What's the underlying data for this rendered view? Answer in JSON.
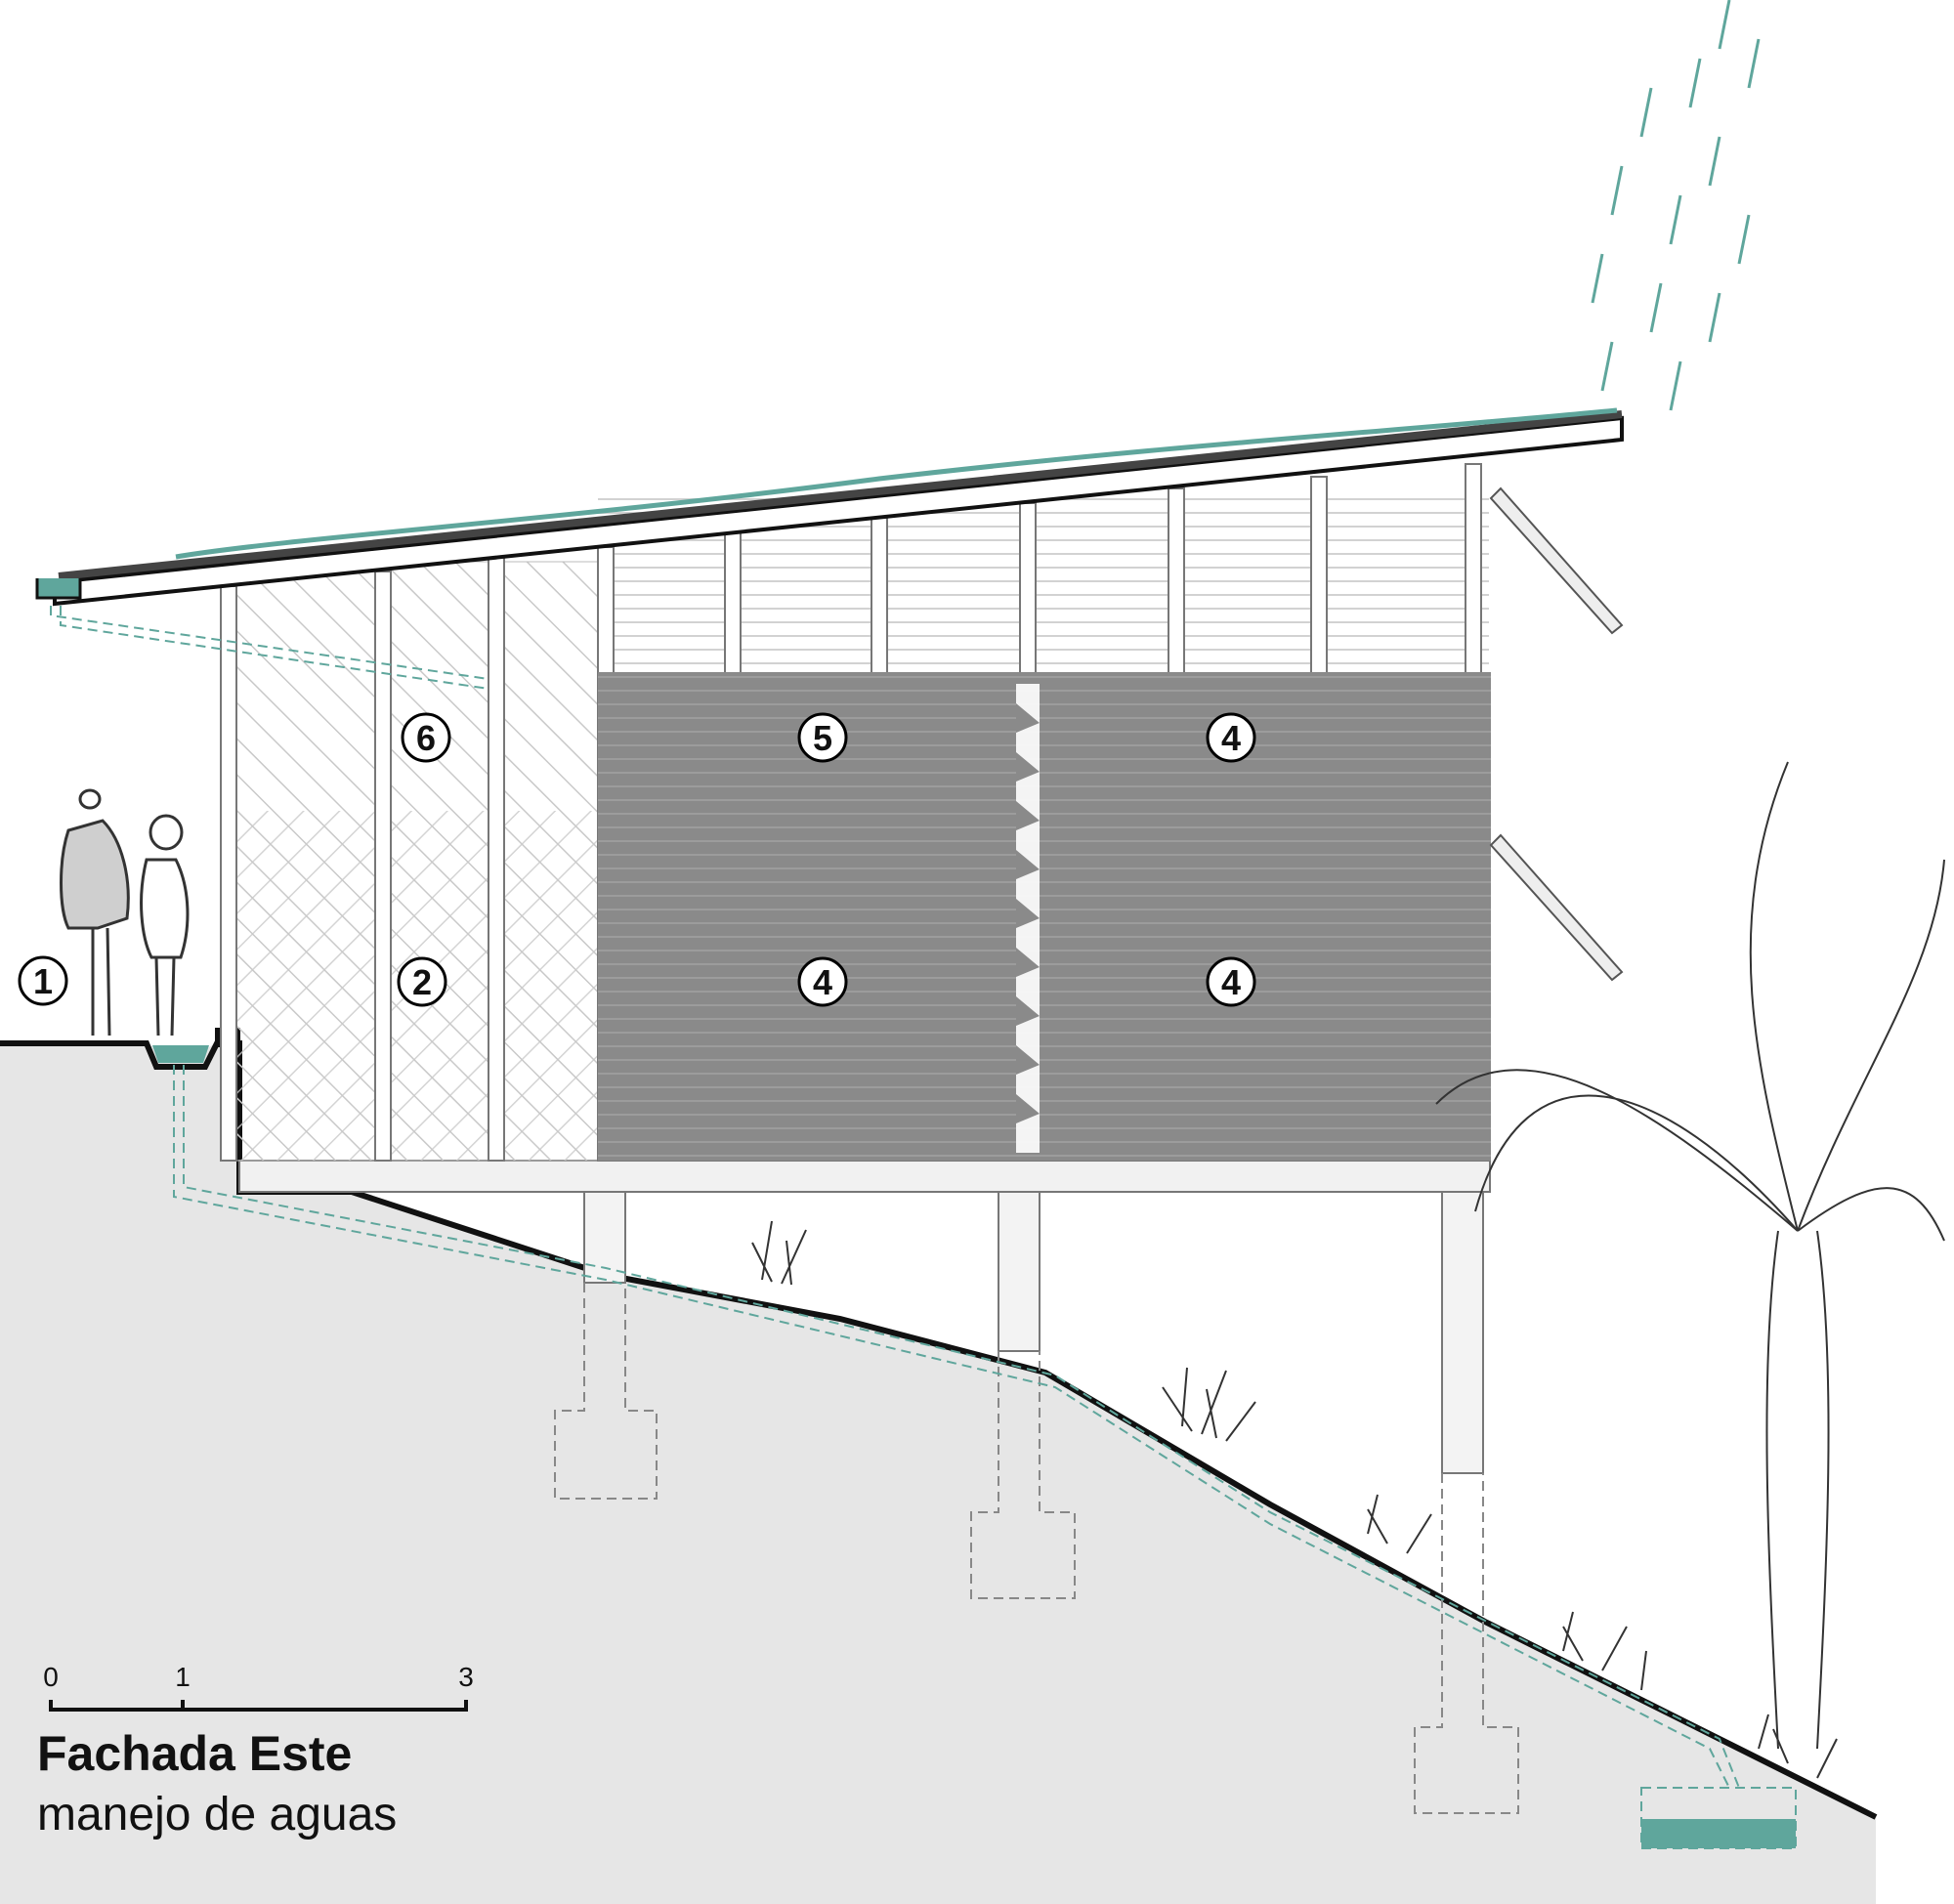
{
  "title": "Fachada Este",
  "subtitle": "manejo de aguas",
  "callouts": [
    "1",
    "2",
    "4",
    "4",
    "4",
    "5",
    "6"
  ],
  "scale_bar": {
    "labels": [
      "0",
      "1",
      "3"
    ]
  },
  "colors": {
    "water": "#5fa69c",
    "ground": "#e6e6e6",
    "wall": "#8a8a8a",
    "line": "#111111"
  }
}
